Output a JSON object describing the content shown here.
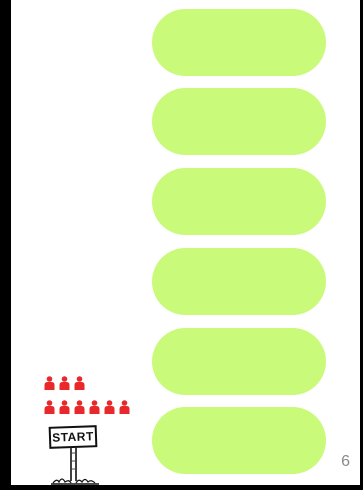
{
  "slide": {
    "page_number": "6",
    "sign_text": "START"
  },
  "colors": {
    "pill": "#c9fa7a",
    "person": "#e8282b",
    "border": "#000000"
  },
  "steps": [
    {
      "name": "step-1",
      "text": ""
    },
    {
      "name": "step-2",
      "text": ""
    },
    {
      "name": "step-3",
      "text": ""
    },
    {
      "name": "step-4",
      "text": ""
    },
    {
      "name": "step-5",
      "text": ""
    },
    {
      "name": "step-6",
      "text": ""
    }
  ],
  "people": {
    "top_row_count": 3,
    "bottom_row_count": 6
  },
  "icons": {
    "person": "person-icon",
    "sign": "start-signpost-icon"
  }
}
